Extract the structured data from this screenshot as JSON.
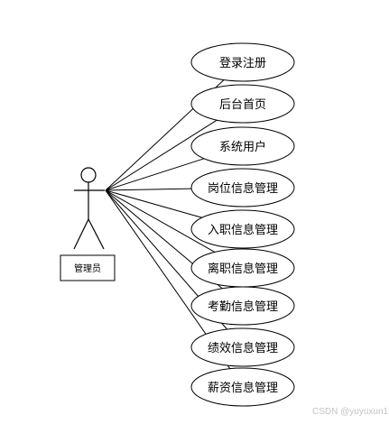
{
  "diagram": {
    "actor": {
      "label": "管理员"
    },
    "use_cases": [
      {
        "label": "登录注册"
      },
      {
        "label": "后台首页"
      },
      {
        "label": "系统用户"
      },
      {
        "label": "岗位信息管理"
      },
      {
        "label": "入职信息管理"
      },
      {
        "label": "离职信息管理"
      },
      {
        "label": "考勤信息管理"
      },
      {
        "label": "绩效信息管理"
      },
      {
        "label": "薪资信息管理"
      }
    ]
  },
  "watermark": "CSDN @yuyuxun1"
}
